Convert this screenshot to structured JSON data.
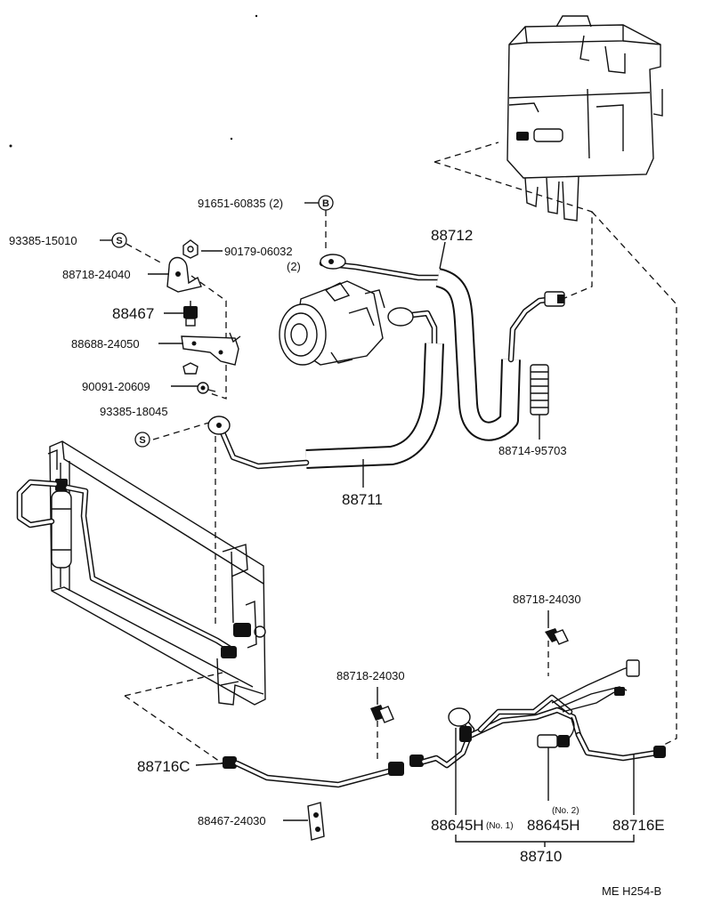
{
  "labels": {
    "p91651": "91651-60835 (2)",
    "p93385_15010": "93385-15010",
    "p90179": "90179-06032",
    "p90179_qty": "(2)",
    "p88718_24040": "88718-24040",
    "p88467": "88467",
    "p88688": "88688-24050",
    "p90091": "90091-20609",
    "p93385_18045": "93385-18045",
    "p88712": "88712",
    "p88711": "88711",
    "p88714": "88714-95703",
    "p88718_24030_right": "88718-24030",
    "p88718_24030_mid": "88718-24030",
    "p88716C": "88716C",
    "p88467_24030": "88467-24030",
    "p88645H_1": "88645H",
    "p88645H_1_note": "(No. 1)",
    "p88645H_2": "88645H",
    "p88645H_2_note": "(No. 2)",
    "p88716E": "88716E",
    "p88710": "88710",
    "page_code": "ME  H254-B"
  },
  "callout_symbols": {
    "bolt_symbol": "B",
    "screw_symbol_1": "S",
    "screw_symbol_2": "S"
  }
}
